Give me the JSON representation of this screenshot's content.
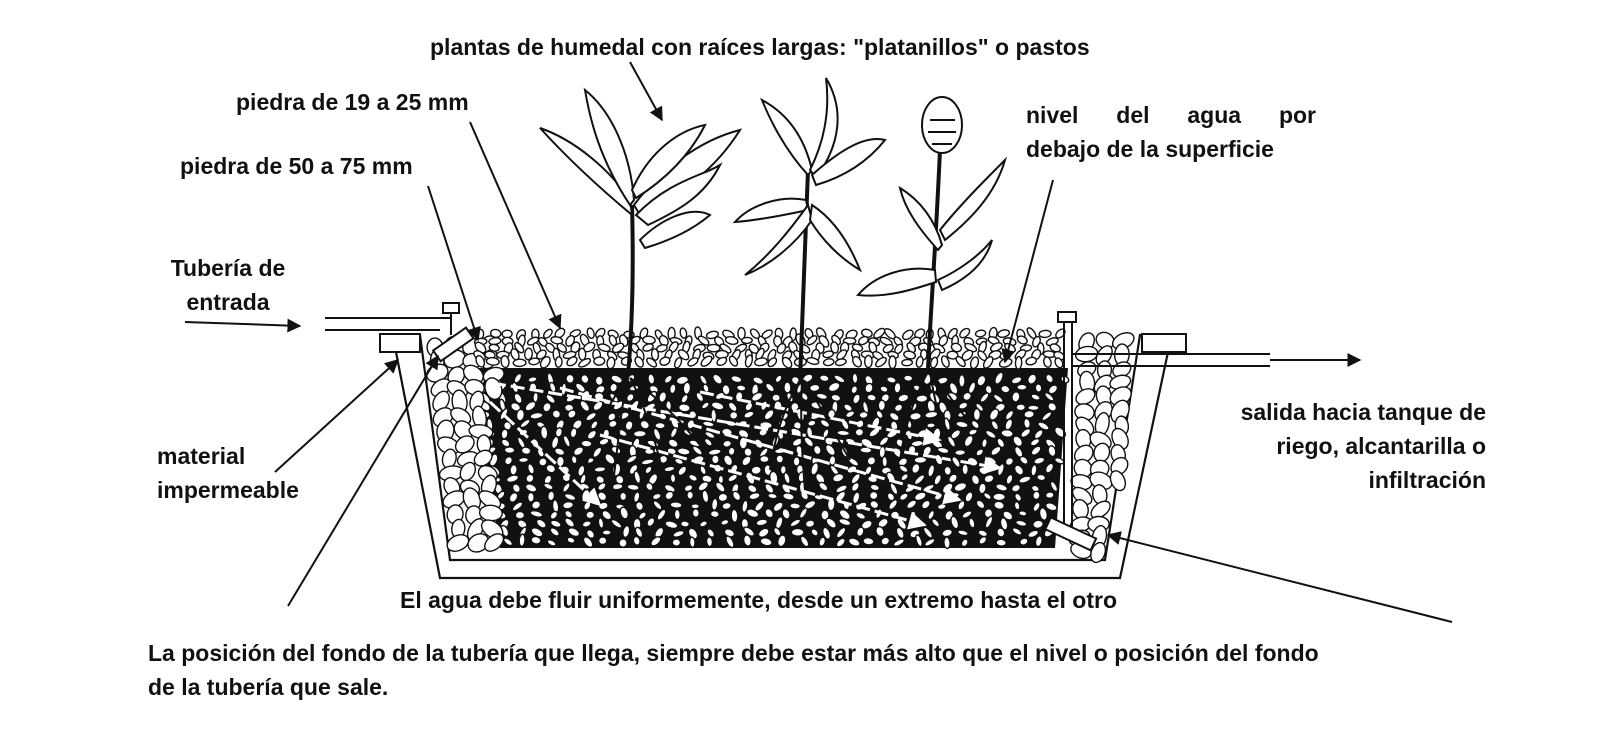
{
  "labels": {
    "plants": "plantas de humedal con raíces largas:  \"platanillos\"  o pastos",
    "stone_small": "piedra de 19 a 25 mm",
    "stone_large": "piedra de 50 a 75 mm",
    "water_level_line1": "nivel  del  agua  por",
    "water_level_line2": "debajo de la superficie",
    "inlet_line1": "Tubería de",
    "inlet_line2": "entrada",
    "material_line1": "material",
    "material_line2": "impermeable",
    "outlet_line1": "salida hacia tanque de",
    "outlet_line2": "riego, alcantarilla o",
    "outlet_line3": "infiltración",
    "flow": "El agua debe fluir uniformemente, desde un extremo hasta el otro",
    "note_line1": "La posición del fondo de la tubería que llega, siempre debe estar más alto que el nivel o posición  del fondo",
    "note_line2": "de la tubería que sale."
  },
  "colors": {
    "ink": "#111111",
    "background": "#ffffff"
  }
}
